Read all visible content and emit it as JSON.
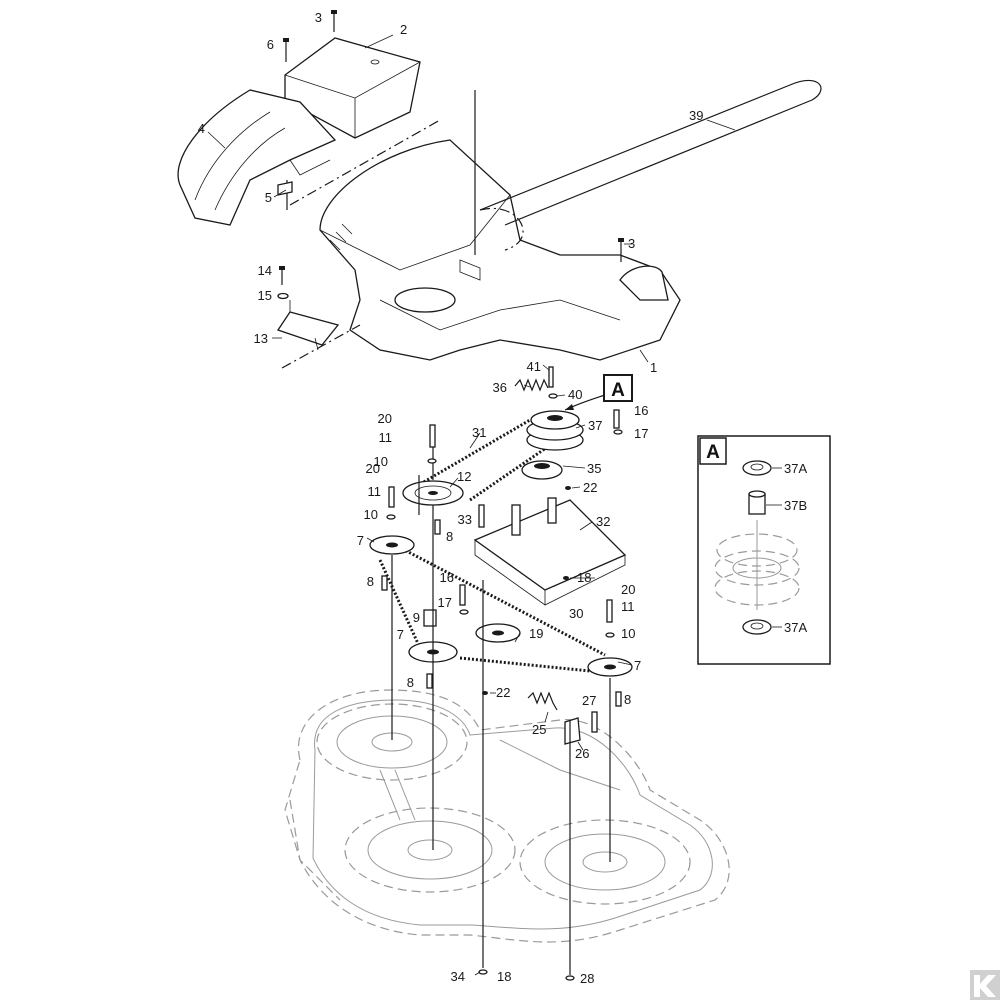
{
  "diagram": {
    "callouts": [
      {
        "id": "l-3a",
        "text": "3"
      },
      {
        "id": "l-2",
        "text": "2"
      },
      {
        "id": "l-6",
        "text": "6"
      },
      {
        "id": "l-4",
        "text": "4"
      },
      {
        "id": "l-5",
        "text": "5"
      },
      {
        "id": "l-39",
        "text": "39"
      },
      {
        "id": "l-3b",
        "text": "3"
      },
      {
        "id": "l-14",
        "text": "14"
      },
      {
        "id": "l-15",
        "text": "15"
      },
      {
        "id": "l-13",
        "text": "13"
      },
      {
        "id": "l-1",
        "text": "1"
      },
      {
        "id": "l-41",
        "text": "41"
      },
      {
        "id": "l-36",
        "text": "36"
      },
      {
        "id": "l-40",
        "text": "40"
      },
      {
        "id": "l-16a",
        "text": "16"
      },
      {
        "id": "l-37",
        "text": "37"
      },
      {
        "id": "l-17a",
        "text": "17"
      },
      {
        "id": "l-20a",
        "text": "20"
      },
      {
        "id": "l-31",
        "text": "31"
      },
      {
        "id": "l-11a",
        "text": "11"
      },
      {
        "id": "l-10a",
        "text": "10"
      },
      {
        "id": "l-35",
        "text": "35"
      },
      {
        "id": "l-20b",
        "text": "20"
      },
      {
        "id": "l-12",
        "text": "12"
      },
      {
        "id": "l-22a",
        "text": "22"
      },
      {
        "id": "l-11b",
        "text": "11"
      },
      {
        "id": "l-33",
        "text": "33"
      },
      {
        "id": "l-32",
        "text": "32"
      },
      {
        "id": "l-10b",
        "text": "10"
      },
      {
        "id": "l-8a",
        "text": "8"
      },
      {
        "id": "l-7a",
        "text": "7"
      },
      {
        "id": "l-18a",
        "text": "18"
      },
      {
        "id": "l-8b",
        "text": "8"
      },
      {
        "id": "l-16b",
        "text": "16"
      },
      {
        "id": "l-20c",
        "text": "20"
      },
      {
        "id": "l-17b",
        "text": "17"
      },
      {
        "id": "l-11c",
        "text": "11"
      },
      {
        "id": "l-30",
        "text": "30"
      },
      {
        "id": "l-9",
        "text": "9"
      },
      {
        "id": "l-19",
        "text": "19"
      },
      {
        "id": "l-10c",
        "text": "10"
      },
      {
        "id": "l-7b",
        "text": "7"
      },
      {
        "id": "l-7c",
        "text": "7"
      },
      {
        "id": "l-8c",
        "text": "8"
      },
      {
        "id": "l-22b",
        "text": "22"
      },
      {
        "id": "l-8d",
        "text": "8"
      },
      {
        "id": "l-27",
        "text": "27"
      },
      {
        "id": "l-25",
        "text": "25"
      },
      {
        "id": "l-26",
        "text": "26"
      },
      {
        "id": "l-34",
        "text": "34"
      },
      {
        "id": "l-18b",
        "text": "18"
      },
      {
        "id": "l-28",
        "text": "28"
      }
    ],
    "detail_marker": "A",
    "detail_inset": {
      "letter": "A",
      "labels": [
        {
          "id": "d-37a-top",
          "text": "37A"
        },
        {
          "id": "d-37b",
          "text": "37B"
        },
        {
          "id": "d-37a-bot",
          "text": "37A"
        }
      ]
    }
  },
  "colors": {
    "line": "#1a1a1a",
    "ghost": "#9a9a9a",
    "background": "#ffffff"
  },
  "icons": {
    "watermark": "k-logo-icon"
  }
}
